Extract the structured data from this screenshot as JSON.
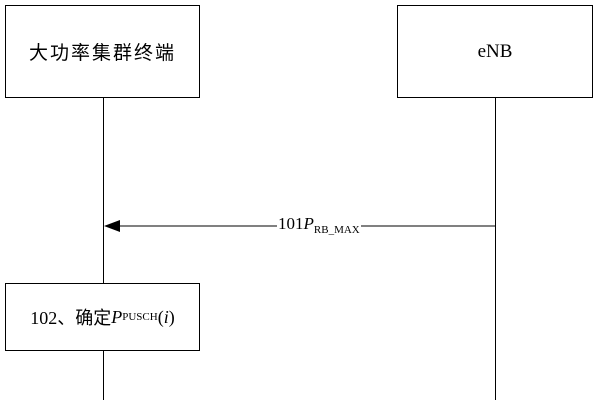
{
  "participants": {
    "terminal": {
      "label": "大功率集群终端"
    },
    "enb": {
      "label": "eNB"
    }
  },
  "message": {
    "step_number": "101",
    "symbol": "P",
    "subscript": "RB_MAX"
  },
  "step": {
    "number": "102、",
    "action_text": "确定",
    "symbol": "P",
    "subscript": "PUSCH",
    "arg_open": "(",
    "arg": "i",
    "arg_close": ")"
  },
  "colors": {
    "line": "#000000",
    "background": "#ffffff"
  }
}
